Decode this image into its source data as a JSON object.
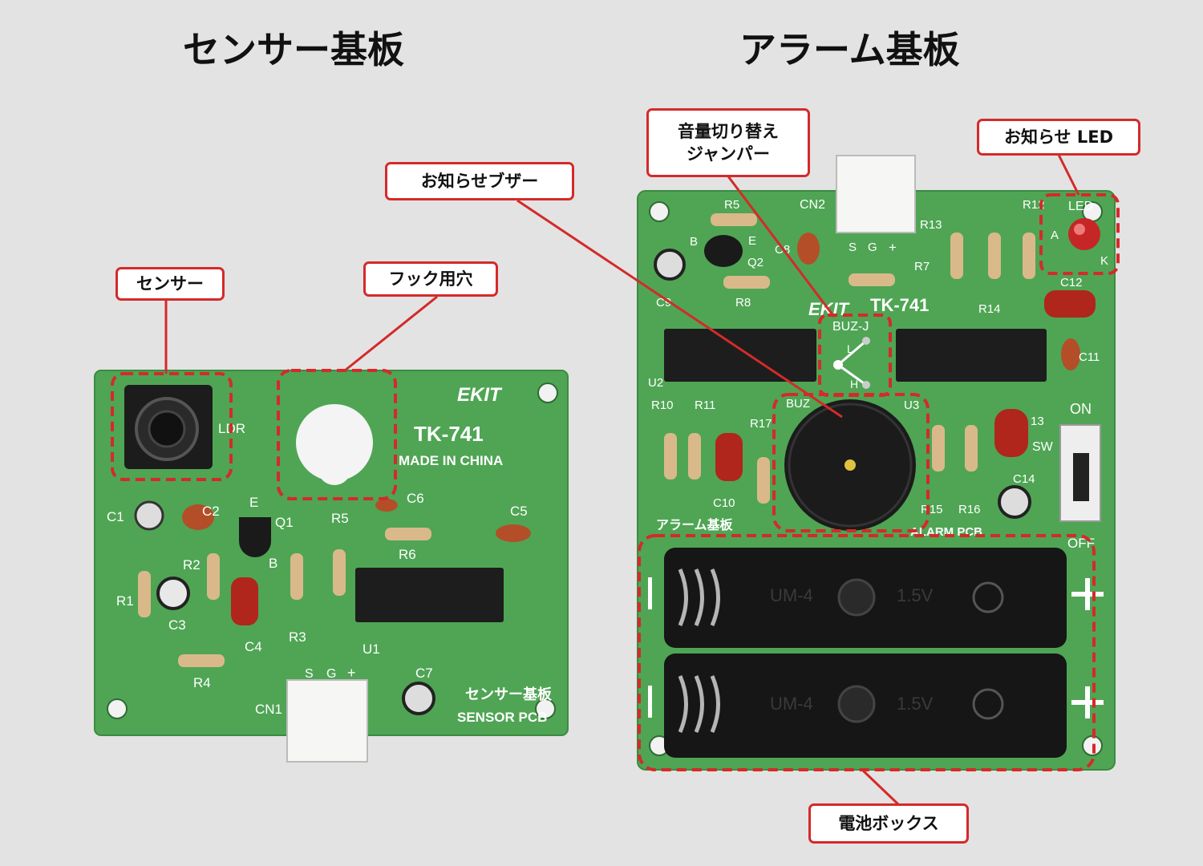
{
  "titles": {
    "sensor_board": "センサー基板",
    "alarm_board": "アラーム基板"
  },
  "callouts": {
    "sensor": "センサー",
    "hook_hole": "フック用穴",
    "buzzer": "お知らせブザー",
    "volume_jumper_line1": "音量切り替え",
    "volume_jumper_line2": "ジャンパー",
    "led": "お知らせ LED",
    "battery_box": "電池ボックス"
  },
  "sensor_pcb": {
    "brand": "EKIT",
    "model": "TK-741",
    "made_in": "MADE IN CHINA",
    "name_jp": "センサー基板",
    "name_en": "SENSOR PCB",
    "ldr": "LDR",
    "labels": {
      "c1": "C1",
      "c2": "C2",
      "c3": "C3",
      "c4": "C4",
      "c5": "C5",
      "c6": "C6",
      "c7": "C7",
      "r1": "R1",
      "r2": "R2",
      "r3": "R3",
      "r4": "R4",
      "r5": "R5",
      "r6": "R6",
      "q1": "Q1",
      "e": "E",
      "b": "B",
      "u1": "U1",
      "cn1": "CN1",
      "s": "S",
      "g": "G",
      "plus": "+"
    }
  },
  "alarm_pcb": {
    "brand": "EKIT",
    "model": "TK-741",
    "name_jp": "アラーム基板",
    "name_en": "ALARM PCB",
    "buz_j": "BUZ-J",
    "jumper_l": "L",
    "jumper_h": "H",
    "buz": "BUZ",
    "battery_text": "UM-4",
    "battery_volt": "1.5V",
    "switch_on": "ON",
    "switch_off": "OFF",
    "sw": "SW",
    "led": "LED",
    "led_a": "A",
    "led_k": "K",
    "labels": {
      "cn2": "CN2",
      "r5": "R5",
      "r7": "R7",
      "r8": "R8",
      "r10": "R10",
      "r11": "R11",
      "r12": "R12",
      "r13": "R13",
      "r14": "R14",
      "r15": "R15",
      "r16": "R16",
      "r17": "R17",
      "c8": "C8",
      "c9": "C9",
      "c10": "C10",
      "c11": "C11",
      "c12": "C12",
      "c13": "13",
      "c14": "C14",
      "q2": "Q2",
      "b": "B",
      "e": "E",
      "u2": "U2",
      "u3": "U3",
      "s": "S",
      "g": "G",
      "plus": "+"
    }
  },
  "colors": {
    "pcb_green": "#4fa554",
    "highlight_red": "#d42a2a",
    "background": "#e3e3e3"
  }
}
